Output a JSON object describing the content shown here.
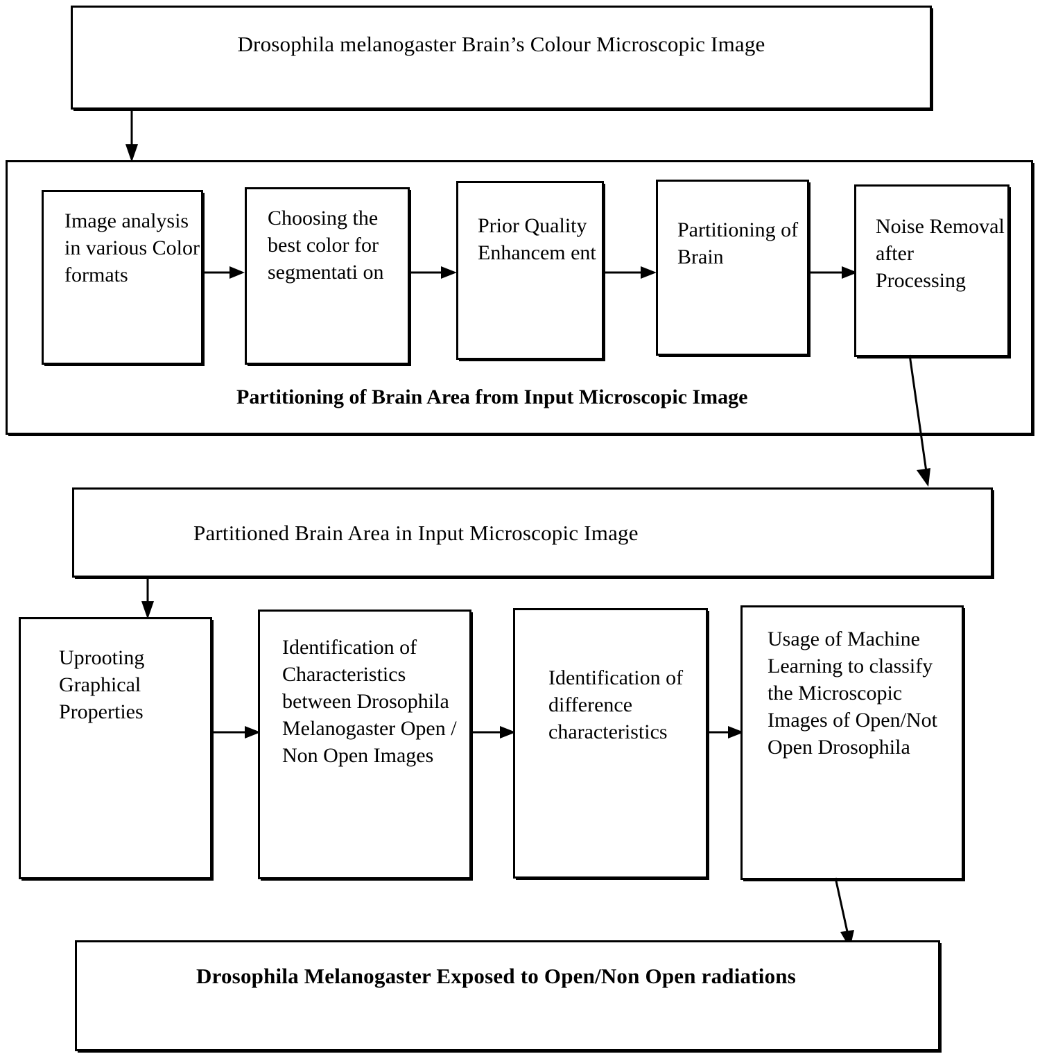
{
  "diagram": {
    "title": "Drosophila melanogaster brain microscopic image analysis pipeline",
    "colors": {
      "stroke": "#000000",
      "background": "#ffffff",
      "text": "#000000"
    }
  },
  "input_node": {
    "label": "Drosophila melanogaster Brain’s Colour Microscopic Image"
  },
  "stage_one": {
    "caption": "Partitioning of Brain Area from Input Microscopic Image",
    "steps": [
      {
        "label": "Image analysis in various Color formats"
      },
      {
        "label": "Choosing the best color for segmentati on"
      },
      {
        "label": "Prior Quality Enhancem ent"
      },
      {
        "label": "Partitioning of Brain"
      },
      {
        "label": "Noise Removal after Processing"
      }
    ]
  },
  "intermediate_node": {
    "label": "Partitioned Brain Area in Input Microscopic Image"
  },
  "stage_two": {
    "steps": [
      {
        "label": "Uprooting Graphical Properties"
      },
      {
        "label": "Identification of Characteristics between Drosophila Melanogaster Open / Non Open Images"
      },
      {
        "label": "Identification of difference characteristics"
      },
      {
        "label": "Usage of Machine Learning to classify the Microscopic Images of Open/Not Open Drosophila"
      }
    ]
  },
  "output_node": {
    "label": "Drosophila Melanogaster Exposed to Open/Non Open radiations"
  },
  "connectors": [
    {
      "name": "input-to-stage-one",
      "kind": "vertical-arrow"
    },
    {
      "name": "step1-to-step2",
      "kind": "horizontal-arrow"
    },
    {
      "name": "step2-to-step3",
      "kind": "horizontal-arrow"
    },
    {
      "name": "step3-to-step4",
      "kind": "horizontal-arrow"
    },
    {
      "name": "step4-to-step5",
      "kind": "horizontal-arrow"
    },
    {
      "name": "stage-one-to-intermediate",
      "kind": "diagonal-arrow"
    },
    {
      "name": "intermediate-to-stage-two",
      "kind": "vertical-arrow"
    },
    {
      "name": "stepA-to-stepB",
      "kind": "horizontal-arrow"
    },
    {
      "name": "stepB-to-stepC",
      "kind": "horizontal-arrow"
    },
    {
      "name": "stepC-to-stepD",
      "kind": "horizontal-arrow"
    },
    {
      "name": "stage-two-to-output",
      "kind": "diagonal-arrow"
    }
  ]
}
